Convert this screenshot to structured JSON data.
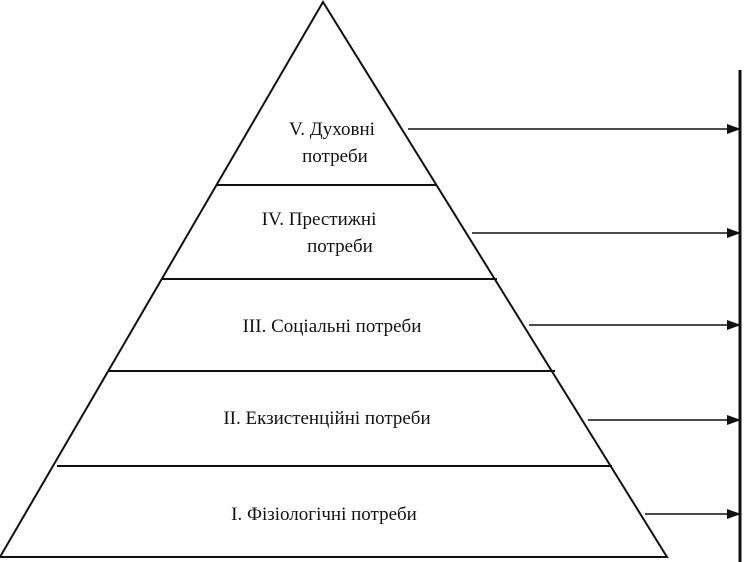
{
  "levels": [
    {
      "line1": "V. Духовні",
      "line2": "потреби"
    },
    {
      "line1": "IV. Престижні",
      "line2": "потреби"
    },
    {
      "line1": "III. Соціальні потреби",
      "line2": ""
    },
    {
      "line1": "II. Екзистенційні потреби",
      "line2": ""
    },
    {
      "line1": "I. Фізіологічні потреби",
      "line2": ""
    }
  ],
  "colors": {
    "ink": "#111111",
    "background": "#ffffff"
  }
}
